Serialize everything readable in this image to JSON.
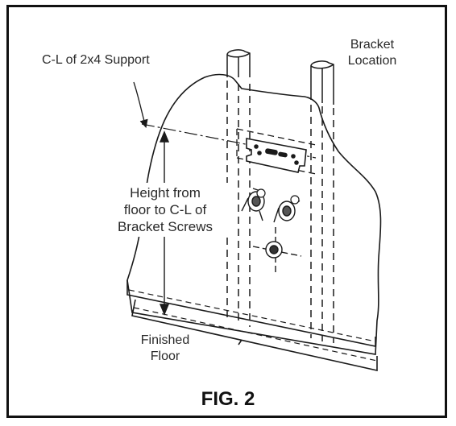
{
  "labels": {
    "centerline_support": "C-L of 2x4 Support",
    "bracket_location": "Bracket\nLocation",
    "height_note": "Height from\nfloor to C-L of\nBracket Screws",
    "finished_floor": "Finished\nFloor"
  },
  "figure_caption": "FIG. 2",
  "colors": {
    "line": "#1a1a1a",
    "border": "#111111",
    "background": "#ffffff"
  }
}
